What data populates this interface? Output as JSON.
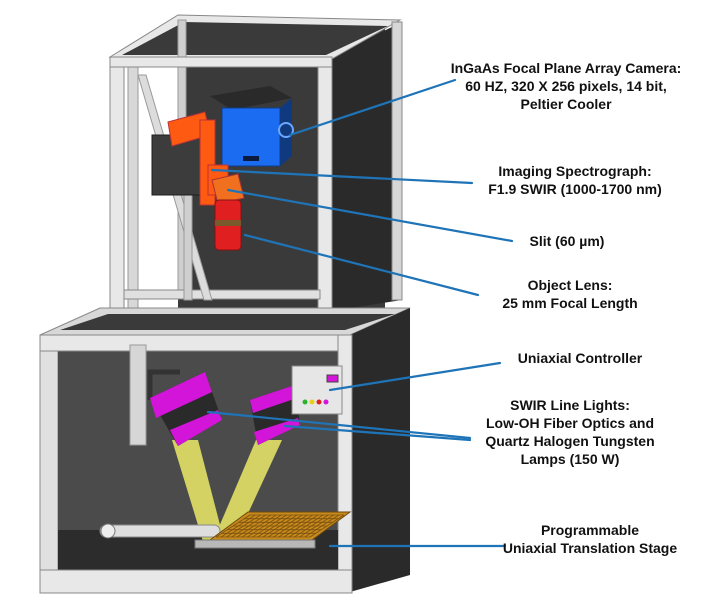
{
  "colors": {
    "frame": "#e4e4e4",
    "frame_edge": "#8a8a8a",
    "panel_dark": "#2b2b2b",
    "panel_mid": "#555555",
    "camera_blue": "#1b6cf0",
    "mount_orange": "#ff5a12",
    "lens_red": "#e02020",
    "light_magenta": "#d314d9",
    "light_beam": "#f6f46a",
    "leader_line": "#1f74b8",
    "label_text": "#111111"
  },
  "labels": {
    "camera": [
      "InGaAs Focal Plane Array Camera:",
      "60 HZ, 320 X 256 pixels, 14 bit,",
      "Peltier Cooler"
    ],
    "spectrograph": [
      "Imaging Spectrograph:",
      "F1.9 SWIR (1000-1700 nm)"
    ],
    "slit": [
      "Slit (60 µm)"
    ],
    "lens": [
      "Object Lens:",
      "25 mm Focal Length"
    ],
    "controller": [
      "Uniaxial Controller"
    ],
    "lights": [
      "SWIR Line Lights:",
      "Low-OH Fiber Optics and",
      "Quartz Halogen Tungsten",
      "Lamps (150 W)"
    ],
    "stage": [
      "Programmable",
      "Uniaxial Translation Stage"
    ]
  }
}
